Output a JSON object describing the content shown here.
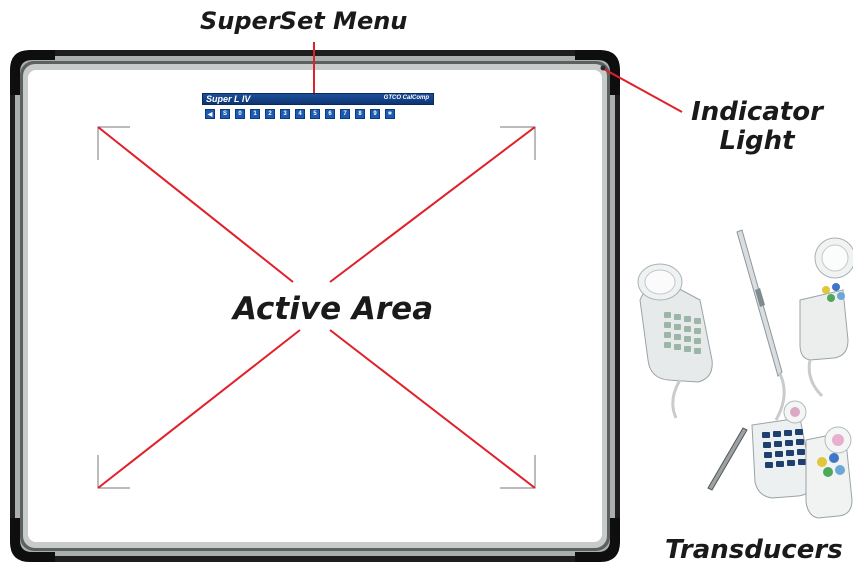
{
  "labels": {
    "superset_menu": "SuperSet Menu",
    "indicator_light": [
      "Indicator",
      "Light"
    ],
    "active_area": "Active Area",
    "transducers": "Transducers"
  },
  "menu": {
    "title": "Super L IV",
    "brand": "GTCO CalComp",
    "keys": [
      "◀",
      "S",
      "0",
      "1",
      "2",
      "3",
      "4",
      "5",
      "6",
      "7",
      "8",
      "9",
      "⌗"
    ]
  },
  "colors": {
    "callout_line": "#e0202a",
    "frame_outer": "#1e1e1e",
    "frame_inner": "#b9beba",
    "menu_blue": "#1d4f9a"
  }
}
